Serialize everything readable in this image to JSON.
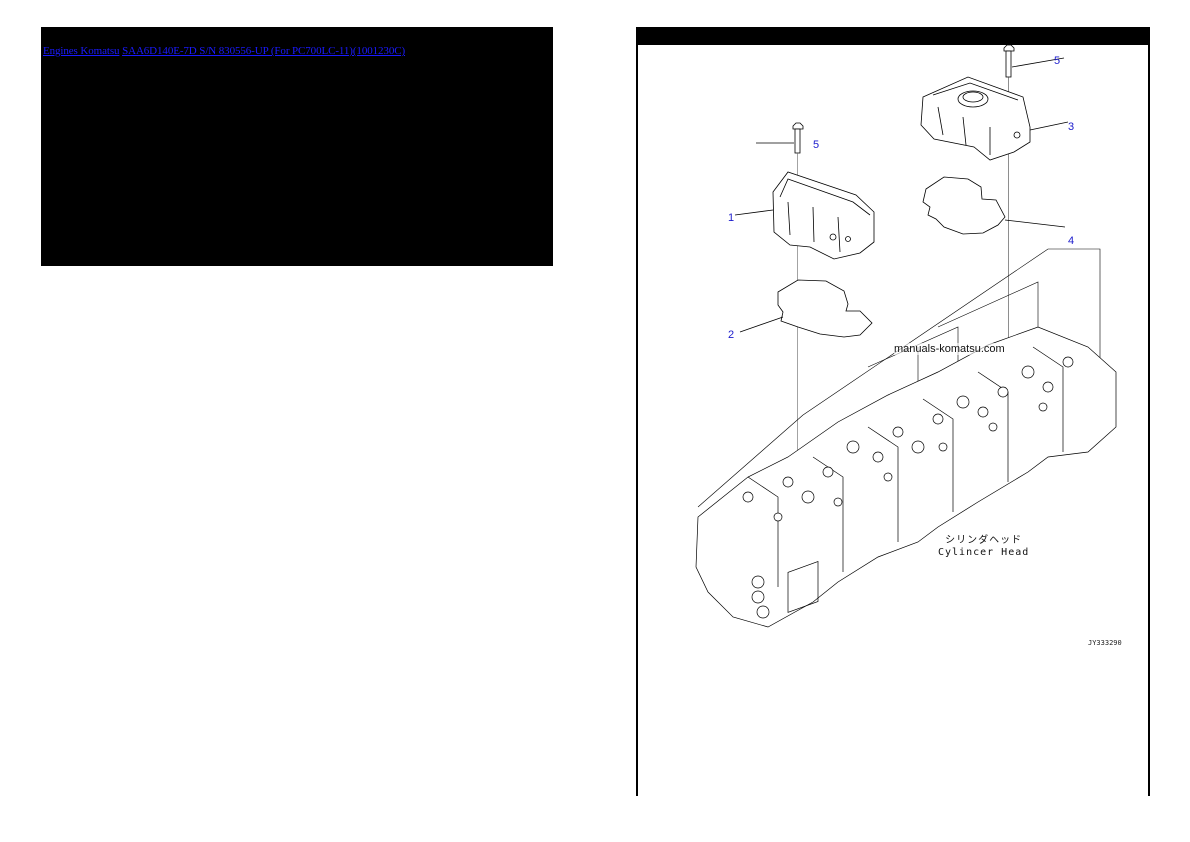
{
  "left_panel": {
    "breadcrumb": {
      "category": "Engines Komatsu",
      "model": "SAA6D140E-7D S/N 830556-UP (For PC700LC-11)(1001230C)"
    }
  },
  "diagram": {
    "callouts": [
      {
        "id": "1",
        "label": "1",
        "part": "cylinder-head-cover"
      },
      {
        "id": "2",
        "label": "2",
        "part": "gasket"
      },
      {
        "id": "3",
        "label": "3",
        "part": "cylinder-head-cover-with-port"
      },
      {
        "id": "4",
        "label": "4",
        "part": "gasket"
      },
      {
        "id": "5a",
        "label": "5",
        "part": "bolt"
      },
      {
        "id": "5b",
        "label": "5",
        "part": "bolt"
      }
    ],
    "watermark": "manuals-komatsu.com",
    "part_label_jp": "シリンダヘッド",
    "part_label_en": "Cylincer Head",
    "drawing_id": "JY333290"
  },
  "colors": {
    "panel_bg": "#000000",
    "link": "#1a1aff",
    "callout": "#1a1acc",
    "line": "#000000"
  }
}
